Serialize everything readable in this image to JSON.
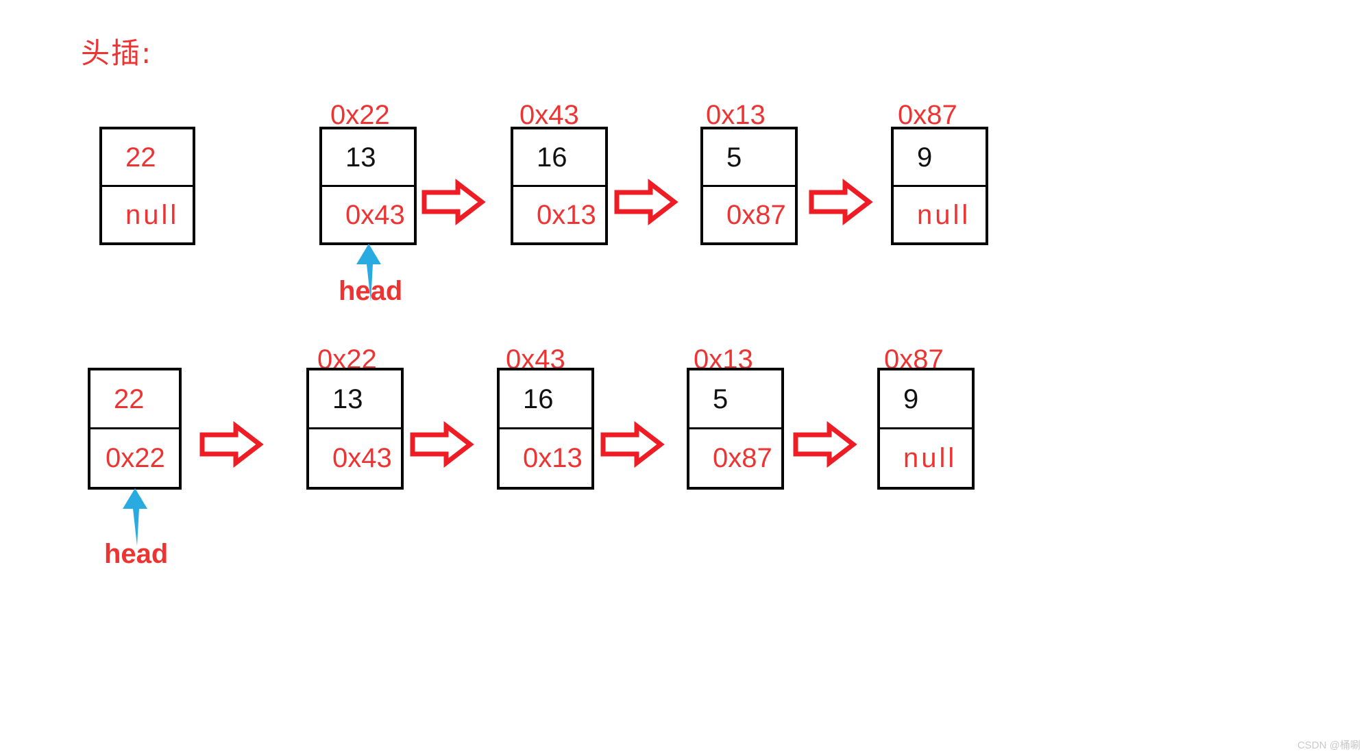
{
  "title": "头插:",
  "colors": {
    "red": "#ee3333",
    "black": "#111111",
    "blue": "#29abe2",
    "background": "#ffffff"
  },
  "watermark": "CSDN @桶唰",
  "diagram": {
    "type": "linked-list",
    "rows": [
      {
        "name": "before-insert",
        "nodes": [
          {
            "id": "r1n0",
            "address": "",
            "value": "22",
            "value_color": "red",
            "next": "null",
            "next_color": "red",
            "head": false,
            "incoming_arrow": false
          },
          {
            "id": "r1n1",
            "address": "0x22",
            "value": "13",
            "value_color": "black",
            "next": "0x43",
            "next_color": "red",
            "head": true,
            "head_label": "head",
            "incoming_arrow": false
          },
          {
            "id": "r1n2",
            "address": "0x43",
            "value": "16",
            "value_color": "black",
            "next": "0x13",
            "next_color": "red",
            "head": false,
            "incoming_arrow": true
          },
          {
            "id": "r1n3",
            "address": "0x13",
            "value": "5",
            "value_color": "black",
            "next": "0x87",
            "next_color": "red",
            "head": false,
            "incoming_arrow": true
          },
          {
            "id": "r1n4",
            "address": "0x87",
            "value": "9",
            "value_color": "black",
            "next": "null",
            "next_color": "red",
            "head": false,
            "incoming_arrow": true
          }
        ]
      },
      {
        "name": "after-insert",
        "nodes": [
          {
            "id": "r2n0",
            "address": "",
            "value": "22",
            "value_color": "red",
            "next": "0x22",
            "next_color": "red",
            "head": true,
            "head_label": "head",
            "incoming_arrow": false
          },
          {
            "id": "r2n1",
            "address": "0x22",
            "value": "13",
            "value_color": "black",
            "next": "0x43",
            "next_color": "red",
            "head": false,
            "incoming_arrow": true
          },
          {
            "id": "r2n2",
            "address": "0x43",
            "value": "16",
            "value_color": "black",
            "next": "0x13",
            "next_color": "red",
            "head": false,
            "incoming_arrow": true
          },
          {
            "id": "r2n3",
            "address": "0x13",
            "value": "5",
            "value_color": "black",
            "next": "0x87",
            "next_color": "red",
            "head": false,
            "incoming_arrow": true
          },
          {
            "id": "r2n4",
            "address": "0x87",
            "value": "9",
            "value_color": "black",
            "next": "null",
            "next_color": "red",
            "head": false,
            "incoming_arrow": true
          }
        ]
      }
    ]
  }
}
